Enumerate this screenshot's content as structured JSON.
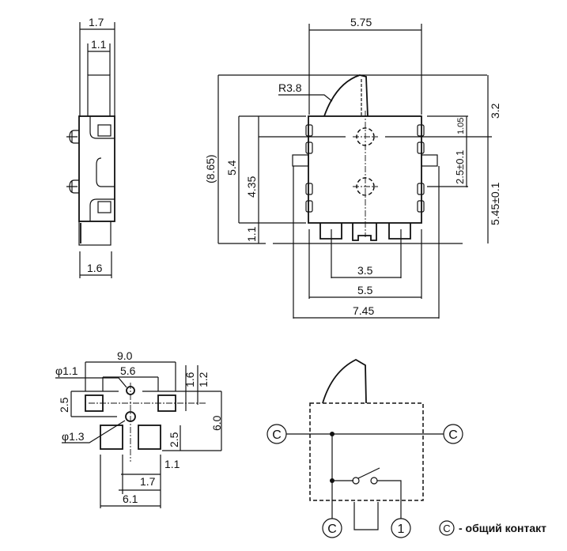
{
  "side_view": {
    "dims": {
      "width_total": "1.7",
      "plunger_width": "1.1",
      "base_width": "1.6"
    }
  },
  "front_view": {
    "dims": {
      "top_width": "5.75",
      "radius": "R3.8",
      "overall_height": "(8.65)",
      "body_height": "5.4",
      "pin_height": "4.35",
      "bottom_offset": "1.1",
      "top_to_hole": "1.05",
      "hole_pitch": "2.5±0.1",
      "lever_height": "3.2",
      "hole_to_bottom": "5.45±0.1",
      "terminal_pitch": "3.5",
      "body_width": "5.5",
      "overall_width": "7.45"
    }
  },
  "footprint": {
    "dims": {
      "outer_width": "9.0",
      "pad_pitch": "5.6",
      "hole_small": "φ1.1",
      "hole_large": "φ1.3",
      "pad_height": "2.5",
      "dim_1_6": "1.6",
      "dim_1_2": "1.2",
      "overall_height": "6.0",
      "lower_pad_height": "2.5",
      "dim_1_1": "1.1",
      "dim_1_7": "1.7",
      "lower_width": "6.1"
    }
  },
  "schematic": {
    "common_symbol": "C",
    "terminal_1": "1",
    "legend": "- общий контакт"
  }
}
